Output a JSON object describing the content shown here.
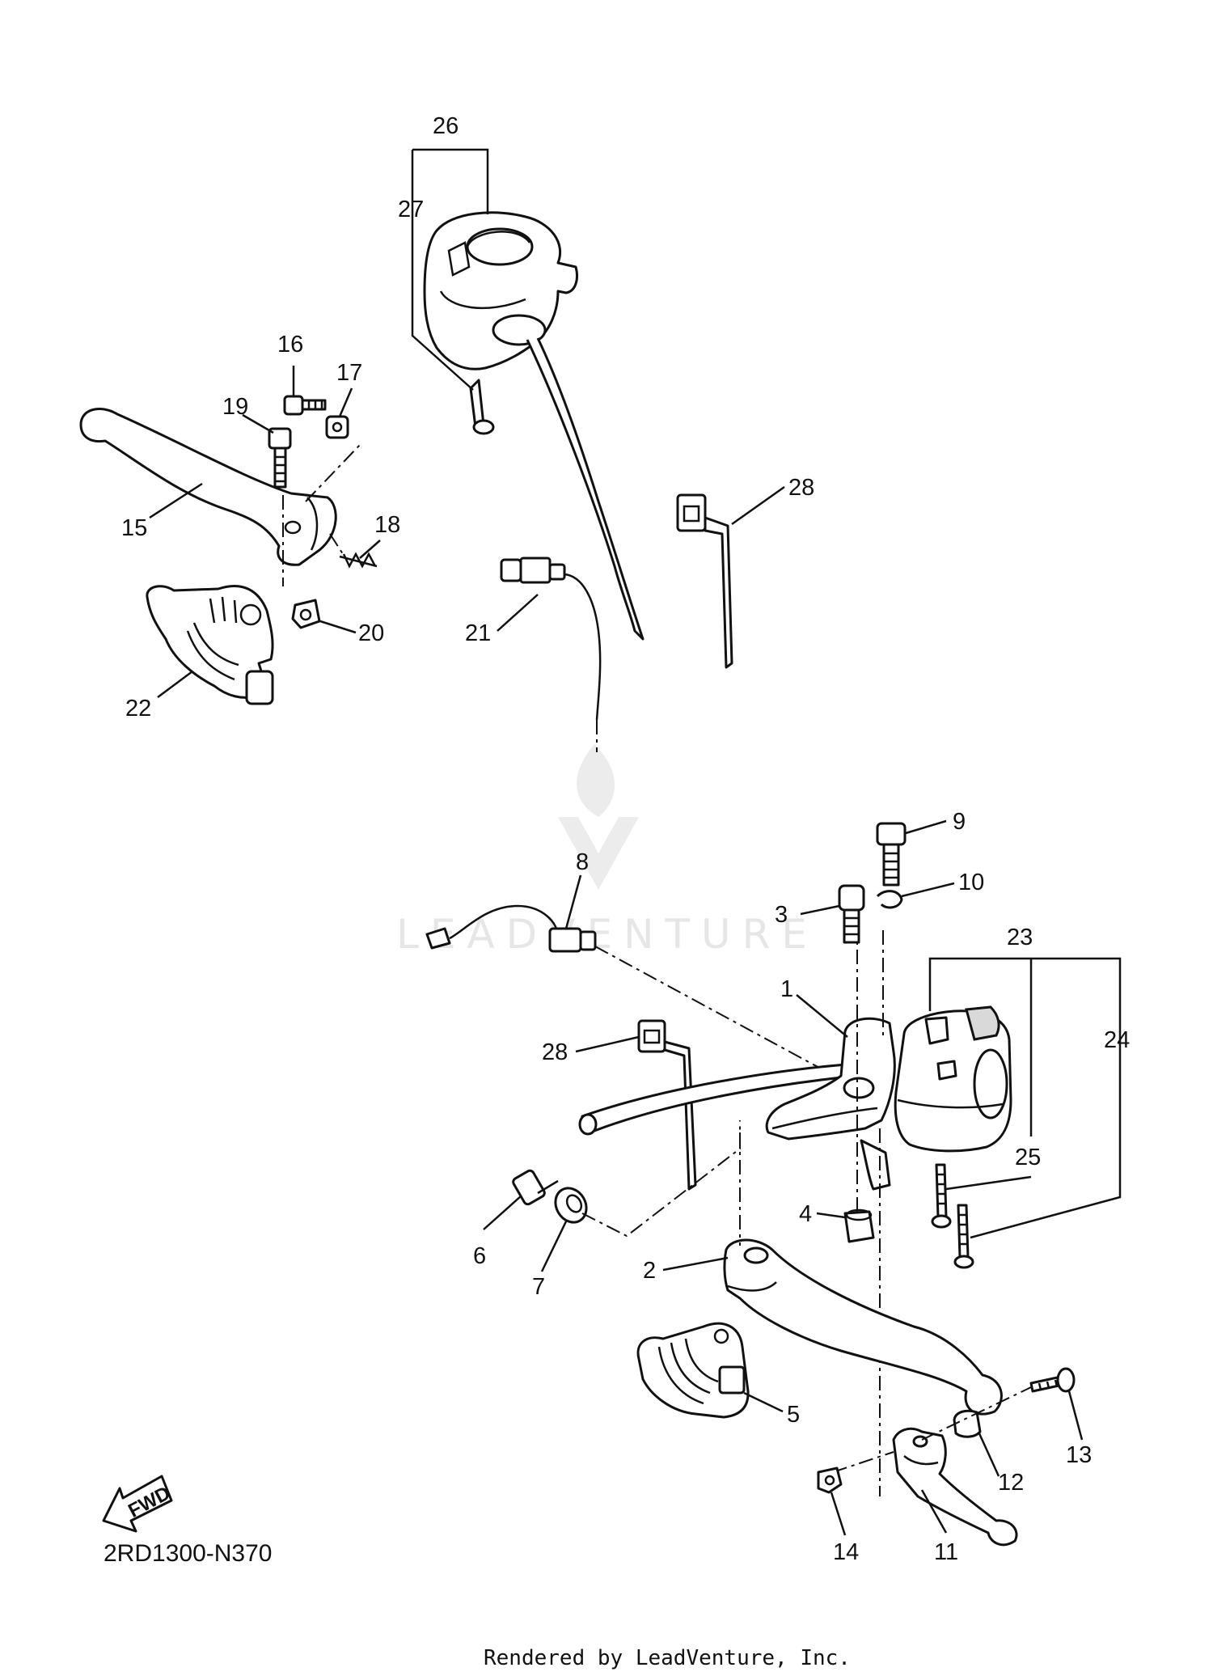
{
  "diagram": {
    "callouts": {
      "c1": "1",
      "c2": "2",
      "c3": "3",
      "c4": "4",
      "c5": "5",
      "c6": "6",
      "c7": "7",
      "c8": "8",
      "c9": "9",
      "c10": "10",
      "c11": "11",
      "c12": "12",
      "c13": "13",
      "c14": "14",
      "c15": "15",
      "c16": "16",
      "c17": "17",
      "c18": "18",
      "c19": "19",
      "c20": "20",
      "c21": "21",
      "c22": "22",
      "c23": "23",
      "c24": "24",
      "c25": "25",
      "c26": "26",
      "c27": "27",
      "c28a": "28",
      "c28b": "28"
    },
    "fwd_label": "FWD",
    "diagram_code": "2RD1300-N370",
    "watermark": "LEADVENTURE",
    "credit": "Rendered by LeadVenture, Inc."
  }
}
